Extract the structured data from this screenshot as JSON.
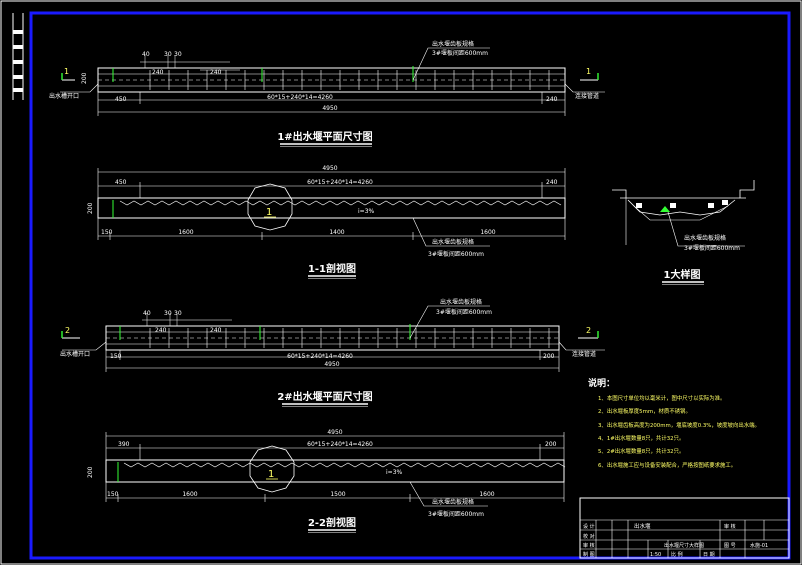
{
  "colors": {
    "frame": "#1a1aff",
    "line": "#ffffff",
    "dim": "#e6e6e6",
    "green": "#33ff33",
    "accent": "#66ffff",
    "text": "#ffffff",
    "note": "#ffff66"
  },
  "plan1": {
    "title": "1#出水堰平面尺寸图",
    "dims_top": [
      "40",
      "30",
      "30",
      "240",
      "240"
    ],
    "overall": "4950",
    "dim_bottom": "60*15+240*14=4260",
    "left_dim": "450",
    "right_dim": "240",
    "side_dim": "200",
    "label_left": "出水槽开口",
    "label_right": "连接管道",
    "callout_1": "出水堰齿板规格",
    "callout_2": "3#堰板间距600mm",
    "section_mark": "1"
  },
  "section1": {
    "title": "1-1剖视图",
    "overall": "4950",
    "left_dim": "450",
    "mid_dim": "60*15+240*14=4260",
    "right_dim": "240",
    "height_dim": "200",
    "bottom_dims": [
      "150",
      "1600",
      "1400",
      "1600"
    ],
    "slope": "i=3%",
    "callout_1": "出水堰齿板规格",
    "callout_2": "3#堰板间距600mm",
    "detail_mark": "1"
  },
  "detail": {
    "title": "1大样图",
    "callout_1": "出水堰齿板规格",
    "callout_2": "3#堰板间距600mm"
  },
  "plan2": {
    "title": "2#出水堰平面尺寸图",
    "dims_top": [
      "40",
      "30",
      "30",
      "240",
      "240"
    ],
    "overall": "4950",
    "dim_bottom": "60*15+240*14=4260",
    "left_dim": "150",
    "right_dim": "200",
    "label_left": "出水槽开口",
    "label_right": "连接管道",
    "callout_1": "出水堰齿板规格",
    "callout_2": "3#堰板间距600mm",
    "section_mark": "2"
  },
  "section2": {
    "title": "2-2剖视图",
    "overall": "4950",
    "left_dim": "390",
    "mid_dim": "60*15+240*14=4260",
    "right_dim": "200",
    "height_dim": "200",
    "bottom_dims": [
      "150",
      "1600",
      "1500",
      "1600"
    ],
    "slope": "i=3%",
    "callout_1": "出水堰齿板规格",
    "callout_2": "3#堰板间距600mm",
    "detail_mark": "1"
  },
  "notes": {
    "heading": "说明：",
    "items": [
      "1、本图尺寸单位均以毫米计，图中尺寸以实际为准。",
      "2、出水堰板厚度5mm，材质不锈钢。",
      "3、出水堰齿板高度为200mm，堰底坡度0.3%，坡度坡向出水端。",
      "4、1#出水堰数量8只，共计32只。",
      "5、2#出水堰数量8只，共计32只。",
      "6、出水堰施工应与设备安装配合，严格按图纸要求施工。"
    ]
  },
  "titleblock": {
    "r1": [
      "设 计",
      "",
      "审 核"
    ],
    "r2": [
      "校 对",
      "",
      "审 定"
    ],
    "r3": [
      "审 核",
      "出水堰尺寸大样图",
      "图 号"
    ],
    "r4": [
      "制 图",
      "比 例",
      "日 期"
    ],
    "project": "出水堰",
    "drawing_no": "水施-01",
    "scale": "1:50"
  }
}
